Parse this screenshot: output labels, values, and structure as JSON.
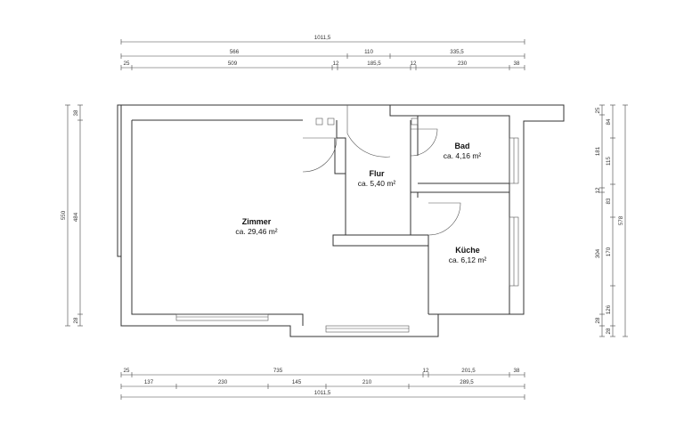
{
  "rooms": {
    "zimmer": {
      "name": "Zimmer",
      "area": "ca. 29,46 m²"
    },
    "flur": {
      "name": "Flur",
      "area": "ca. 5,40 m²"
    },
    "bad": {
      "name": "Bad",
      "area": "ca. 4,16 m²"
    },
    "kueche": {
      "name": "Küche",
      "area": "ca. 6,12 m²"
    }
  },
  "dimensions": {
    "top": {
      "total": "1011,5",
      "row1": [
        "566",
        "110",
        "335,5"
      ],
      "row2": [
        "25",
        "509",
        "12",
        "185,5",
        "12",
        "230",
        "38"
      ]
    },
    "bottom": {
      "row1": [
        "25",
        "735",
        "12",
        "201,5",
        "38"
      ],
      "row2": [
        "137",
        "230",
        "145",
        "210",
        "289,5"
      ],
      "total": "1011,5"
    },
    "left": {
      "outer": "550",
      "inner": [
        "38",
        "484",
        "28"
      ]
    },
    "right": {
      "col1": [
        "25",
        "181",
        "12",
        "304",
        "28"
      ],
      "col2": [
        "84",
        "115",
        "83",
        "170",
        "126",
        "28"
      ],
      "total": "578"
    }
  }
}
